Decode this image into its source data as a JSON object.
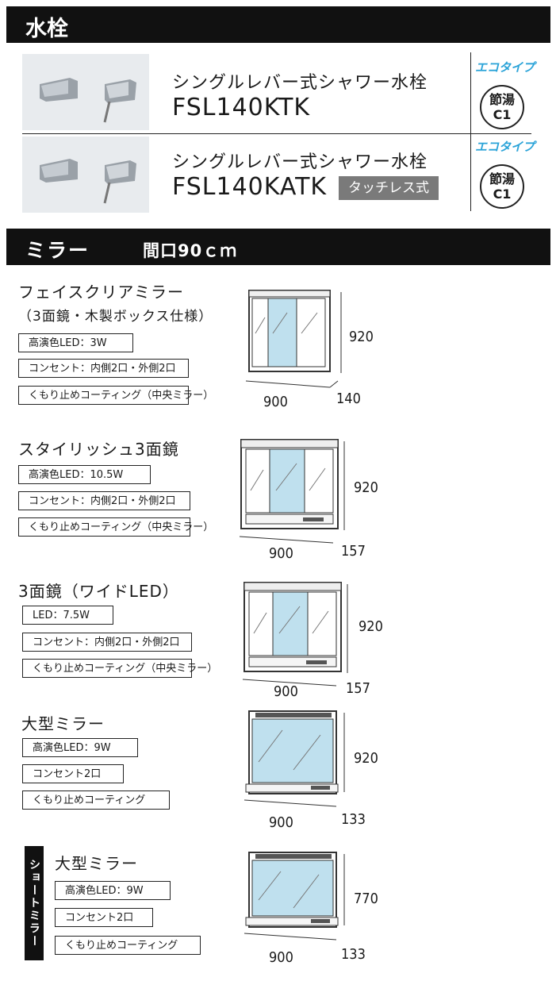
{
  "faucet_section": {
    "title": "水栓",
    "items": [
      {
        "name": "シングルレバー式シャワー水栓",
        "model": "FSL140KTK",
        "tag": "",
        "eco": "エコタイプ",
        "badge_top": "節湯",
        "badge_bottom": "C1"
      },
      {
        "name": "シングルレバー式シャワー水栓",
        "model": "FSL140KATK",
        "tag": "タッチレス式",
        "eco": "エコタイプ",
        "badge_top": "節湯",
        "badge_bottom": "C1"
      }
    ]
  },
  "mirror_section": {
    "title": "ミラー",
    "subtitle": "間口90ｃｍ",
    "items": [
      {
        "title": "フェイスクリアミラー",
        "subtitle": "（3面鏡・木製ボックス仕様）",
        "specs": [
          "高演色LED：3W",
          "コンセント：内側2口・外側2口",
          "くもり止めコーティング（中央ミラー）"
        ],
        "height": "920",
        "width": "900",
        "depth": "140"
      },
      {
        "title": "スタイリッシュ3面鏡",
        "subtitle": "",
        "specs": [
          "高演色LED：10.5W",
          "コンセント：内側2口・外側2口",
          "くもり止めコーティング（中央ミラー）"
        ],
        "height": "920",
        "width": "900",
        "depth": "157"
      },
      {
        "title": "3面鏡（ワイドLED）",
        "subtitle": "",
        "specs": [
          "LED：7.5W",
          "コンセント：内側2口・外側2口",
          "くもり止めコーティング（中央ミラー）"
        ],
        "height": "920",
        "width": "900",
        "depth": "157"
      },
      {
        "title": "大型ミラー",
        "subtitle": "",
        "specs": [
          "高演色LED：9W",
          "コンセント2口",
          "くもり止めコーティング"
        ],
        "height": "920",
        "width": "900",
        "depth": "133"
      },
      {
        "title": "大型ミラー",
        "subtitle": "",
        "specs": [
          "高演色LED：9W",
          "コンセント2口",
          "くもり止めコーティング"
        ],
        "height": "770",
        "width": "900",
        "depth": "133",
        "side_label": "ショートミラー"
      }
    ]
  },
  "colors": {
    "header_bg": "#111111",
    "eco_blue": "#2aa3d8",
    "mirror_glass": "#bfe0ee",
    "touch_tag_bg": "#7a7a7a"
  }
}
